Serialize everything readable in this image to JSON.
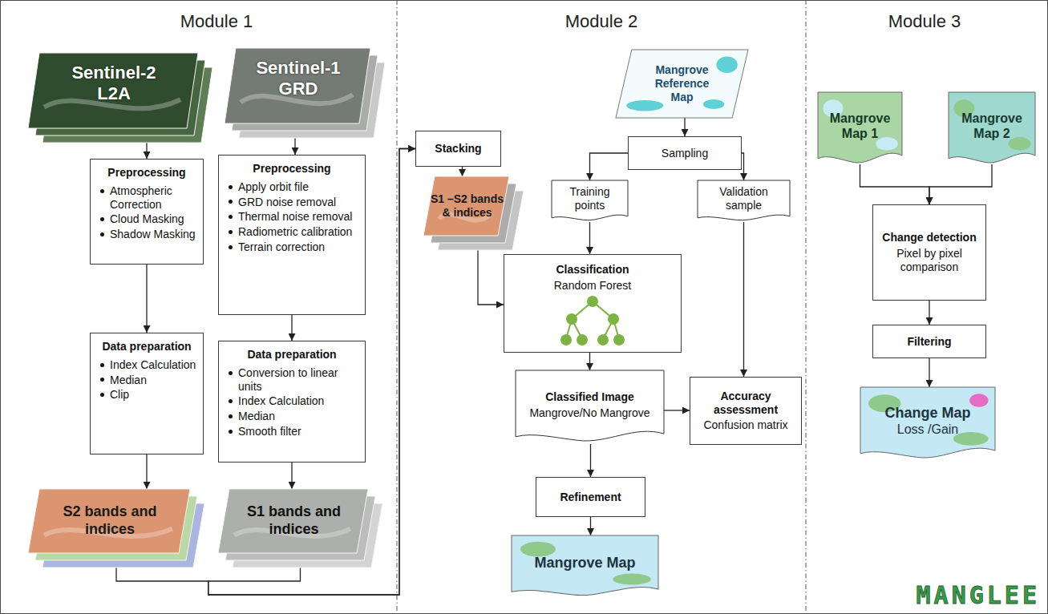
{
  "diagram": {
    "nodes": [
      {
        "text": [
          "Sentinel-2 L2A"
        ]
      },
      {
        "text": [
          "Sentinel-1 GRD"
        ]
      },
      {
        "text": [
          "Preprocessing",
          "Atmospheric Correction",
          "Cloud Masking",
          "Shadow Masking"
        ]
      },
      {
        "text": [
          "Preprocessing",
          "Apply orbit file",
          "GRD noise removal",
          "Thermal noise removal",
          "Radiometric calibration",
          "Terrain correction"
        ]
      },
      {
        "text": [
          "Data preparation",
          "Index Calculation",
          "Median",
          "Clip"
        ]
      },
      {
        "text": [
          "Data preparation",
          "Conversion to linear units",
          "Index Calculation",
          "Median",
          "Smooth filter"
        ]
      },
      {
        "text": [
          "S2 bands and indices"
        ]
      },
      {
        "text": [
          "S1 bands and indices"
        ]
      },
      {
        "text": [
          "Stacking"
        ]
      },
      {
        "text": [
          "S1 –S2 bands & indices"
        ]
      },
      {
        "text": [
          "Mangrove Reference Map"
        ]
      },
      {
        "text": [
          "Sampling"
        ]
      },
      {
        "text": [
          "Training points"
        ]
      },
      {
        "text": [
          "Validation sample"
        ]
      },
      {
        "text": [
          "Classification",
          "Random Forest"
        ]
      },
      {
        "text": [
          "Classified Image",
          "Mangrove/No Mangrove"
        ]
      },
      {
        "text": [
          "Accuracy assessment",
          "Confusion matrix"
        ]
      },
      {
        "text": [
          "Refinement"
        ]
      },
      {
        "text": [
          "Mangrove Map"
        ]
      },
      {
        "text": [
          "Mangrove Map 1"
        ]
      },
      {
        "text": [
          "Mangrove Map 2"
        ]
      },
      {
        "text": [
          "Change detection",
          "Pixel by pixel comparison"
        ]
      },
      {
        "text": [
          "Filtering"
        ]
      },
      {
        "text": [
          "Change Map",
          "Loss /Gain"
        ]
      }
    ],
    "edges": [
      {
        "from": 0,
        "to": 2,
        "arrow": "to"
      },
      {
        "from": 2,
        "to": 4,
        "arrow": "to"
      },
      {
        "from": 4,
        "to": 6,
        "arrow": "to"
      },
      {
        "from": 1,
        "to": 3,
        "arrow": "to"
      },
      {
        "from": 3,
        "to": 5,
        "arrow": "to"
      },
      {
        "from": 5,
        "to": 7,
        "arrow": "to"
      },
      {
        "from": 6,
        "to": 8,
        "arrow": "to"
      },
      {
        "from": 7,
        "to": 8,
        "arrow": "to"
      },
      {
        "from": 8,
        "to": 9,
        "arrow": "to"
      },
      {
        "from": 9,
        "to": 14,
        "arrow": "to"
      },
      {
        "from": 10,
        "to": 11,
        "arrow": "to"
      },
      {
        "from": 11,
        "to": 12,
        "arrow": "to"
      },
      {
        "from": 11,
        "to": 13,
        "arrow": "to"
      },
      {
        "from": 12,
        "to": 14,
        "arrow": "to"
      },
      {
        "from": 14,
        "to": 15,
        "arrow": "to"
      },
      {
        "from": 15,
        "to": 16,
        "arrow": "to"
      },
      {
        "from": 13,
        "to": 16,
        "arrow": "to"
      },
      {
        "from": 15,
        "to": 17,
        "arrow": "to"
      },
      {
        "from": 17,
        "to": 18,
        "arrow": "to"
      },
      {
        "from": 19,
        "to": 21,
        "arrow": "to"
      },
      {
        "from": 20,
        "to": 21,
        "arrow": "to"
      },
      {
        "from": 21,
        "to": 22,
        "arrow": "to"
      },
      {
        "from": 22,
        "to": 23,
        "arrow": "to"
      }
    ],
    "labels": [
      "Module 1",
      "Module 2",
      "Module 3",
      "MANGLEE"
    ]
  }
}
